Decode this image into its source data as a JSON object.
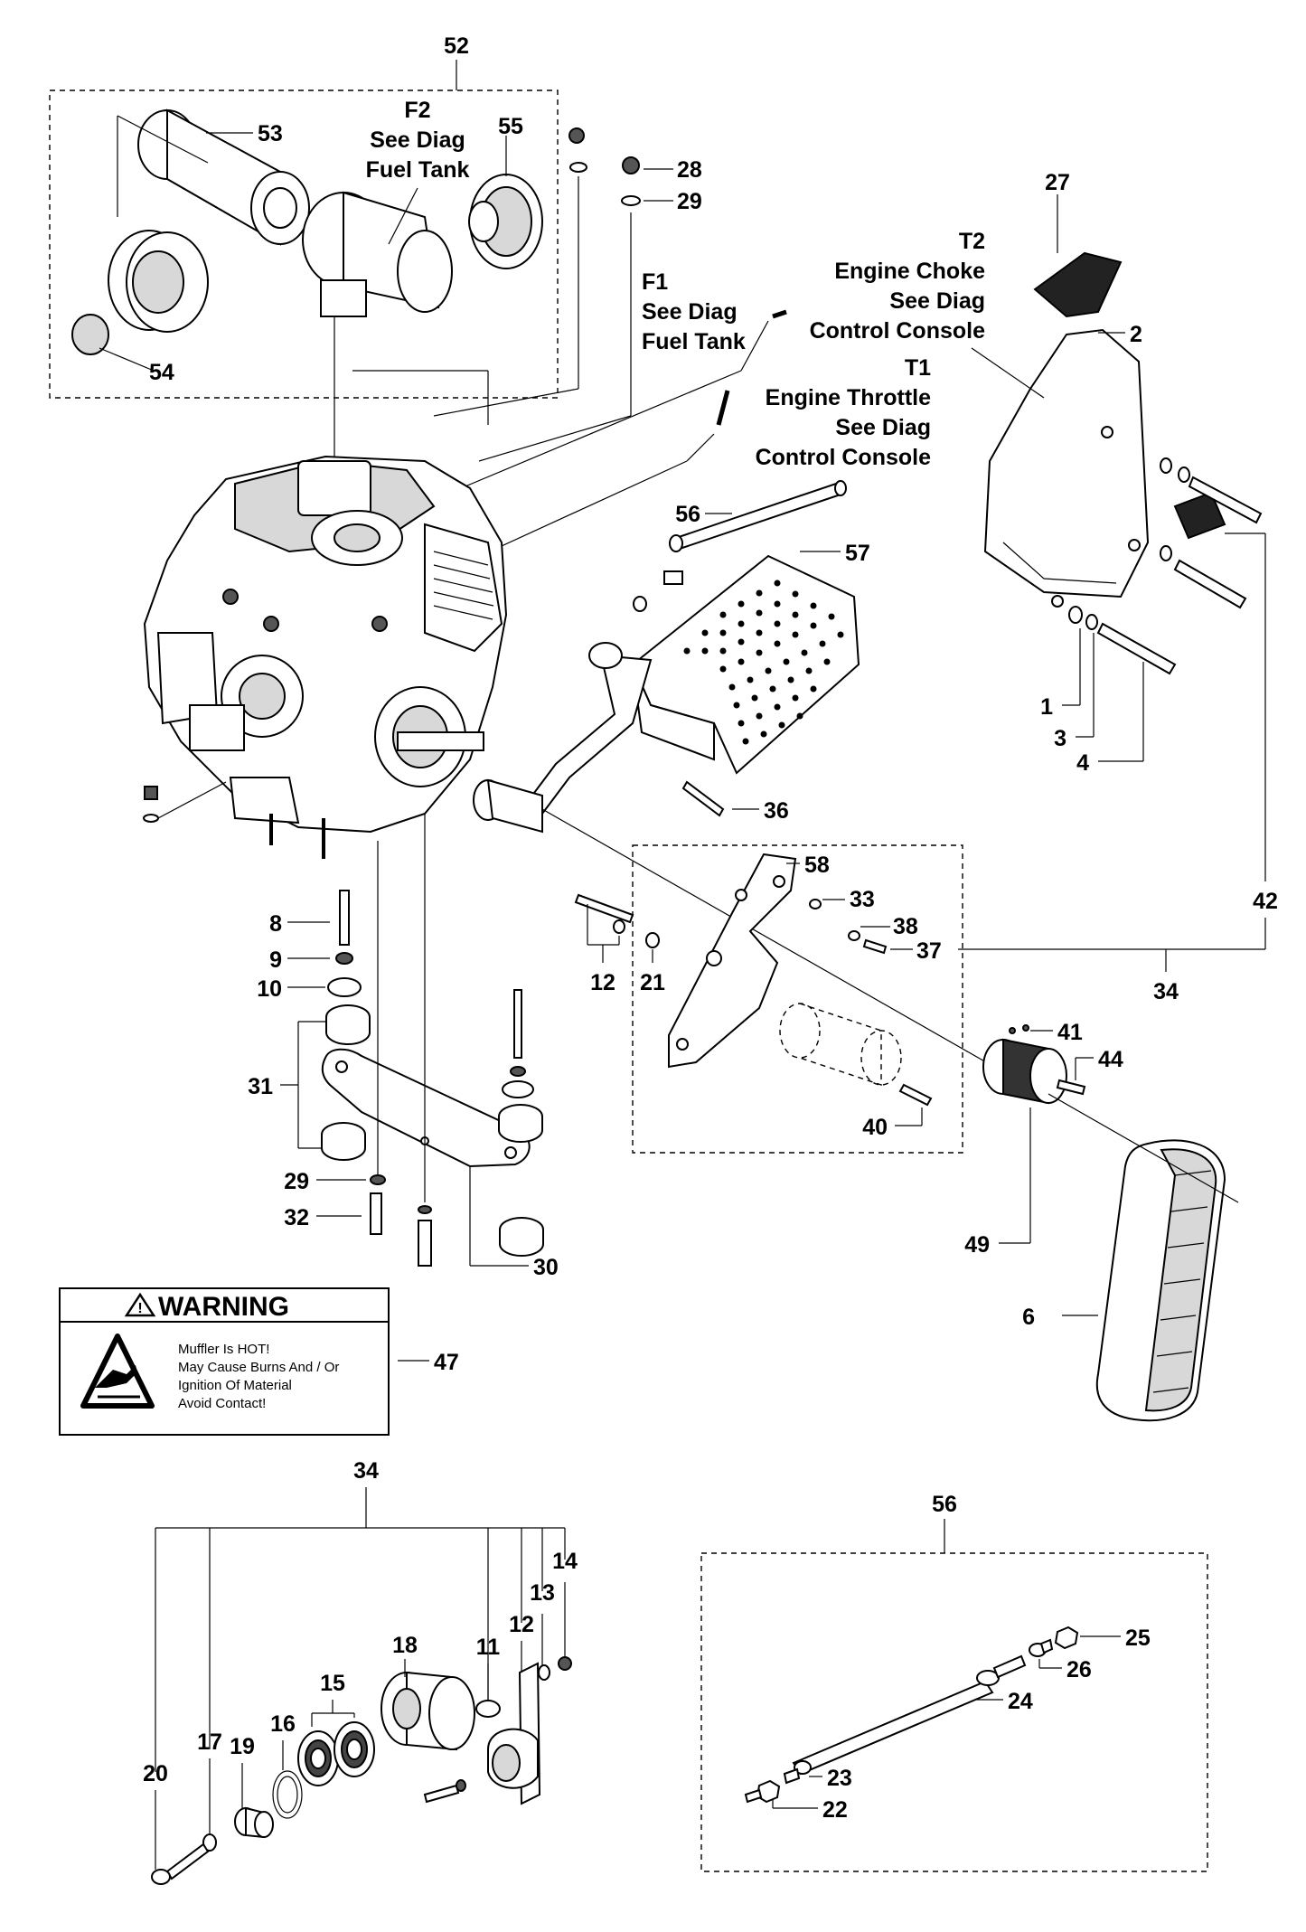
{
  "callouts": {
    "c52": "52",
    "c53": "53",
    "c55": "55",
    "c54": "54",
    "c28": "28",
    "c29a": "29",
    "c27": "27",
    "c2": "2",
    "c56a": "56",
    "c57": "57",
    "c1": "1",
    "c3": "3",
    "c4": "4",
    "c36": "36",
    "c58": "58",
    "c33": "33",
    "c38": "38",
    "c37": "37",
    "c42": "42",
    "c12a": "12",
    "c21": "21",
    "c34a": "34",
    "c41": "41",
    "c44": "44",
    "c40": "40",
    "c49": "49",
    "c6": "6",
    "c8": "8",
    "c9": "9",
    "c10": "10",
    "c31": "31",
    "c29b": "29",
    "c32": "32",
    "c30": "30",
    "c47": "47",
    "c34b": "34",
    "c14": "14",
    "c13": "13",
    "c12b": "12",
    "c11": "11",
    "c18": "18",
    "c15": "15",
    "c16": "16",
    "c19": "19",
    "c17": "17",
    "c20": "20",
    "c56b": "56",
    "c25": "25",
    "c26": "26",
    "c24": "24",
    "c23": "23",
    "c22": "22"
  },
  "refs": {
    "f2": {
      "code": "F2",
      "line1": "See Diag",
      "line2": "Fuel Tank"
    },
    "f1": {
      "code": "F1",
      "line1": "See Diag",
      "line2": "Fuel Tank"
    },
    "t2": {
      "code": "T2",
      "line1": "Engine Choke",
      "line2": "See Diag",
      "line3": "Control Console"
    },
    "t1": {
      "code": "T1",
      "line1": "Engine Throttle",
      "line2": "See Diag",
      "line3": "Control Console"
    }
  },
  "warning_label": {
    "title": "WARNING",
    "lines": [
      "Muffler Is HOT!",
      "May Cause Burns And / Or",
      "Ignition Of Material",
      "Avoid Contact!"
    ]
  },
  "icons": {
    "warning_triangle": "warning-triangle-icon",
    "hand_hazard": "hot-surface-hazard-icon"
  }
}
